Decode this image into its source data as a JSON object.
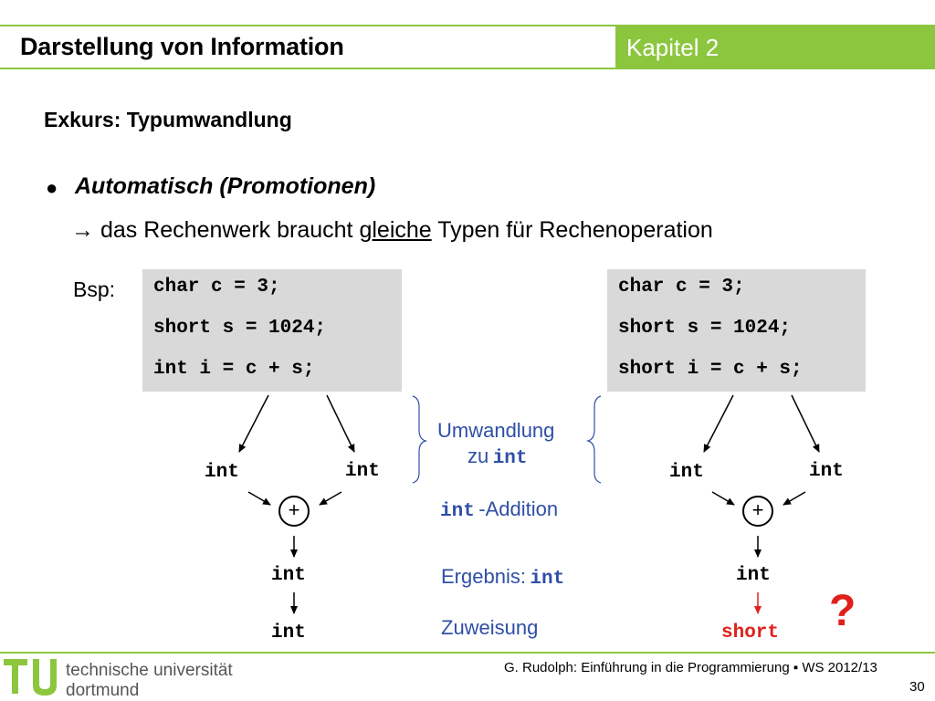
{
  "header": {
    "title": "Darstellung von Information",
    "chapter": "Kapitel 2",
    "accent_color": "#8cc63f"
  },
  "section_title": "Exkurs: Typumwandlung",
  "bullet": {
    "marker": "●",
    "heading": "Automatisch (Promotionen)",
    "arrow": "→",
    "line_before": "das Rechenwerk braucht",
    "line_underlined": "gleiche",
    "line_after": "Typen für Rechenoperation"
  },
  "example_label": "Bsp:",
  "left_code": [
    "char c = 3;",
    "short s = 1024;",
    "int i = c + s;"
  ],
  "right_code": [
    "char c = 3;",
    "short s = 1024;",
    "short i = c + s;"
  ],
  "left_diagram": {
    "operand_left": "int",
    "operand_right": "int",
    "operator": "+",
    "result": "int",
    "assigned": "int"
  },
  "right_diagram": {
    "operand_left": "int",
    "operand_right": "int",
    "operator": "+",
    "result": "int",
    "assigned": "short",
    "question": "?"
  },
  "annotations": {
    "conversion_text": "Umwandlung",
    "conversion_prefix": "zu",
    "conversion_type": "int",
    "addition_type": "int",
    "addition_text": "-Addition",
    "result_text": "Ergebnis:",
    "result_type": "int",
    "assignment_text": "Zuweisung"
  },
  "footer": {
    "university_line1": "technische universität",
    "university_line2": "dortmund",
    "citation": "G. Rudolph: Einführung in die Programmierung ▪ WS 2012/13",
    "page_number": "30"
  }
}
